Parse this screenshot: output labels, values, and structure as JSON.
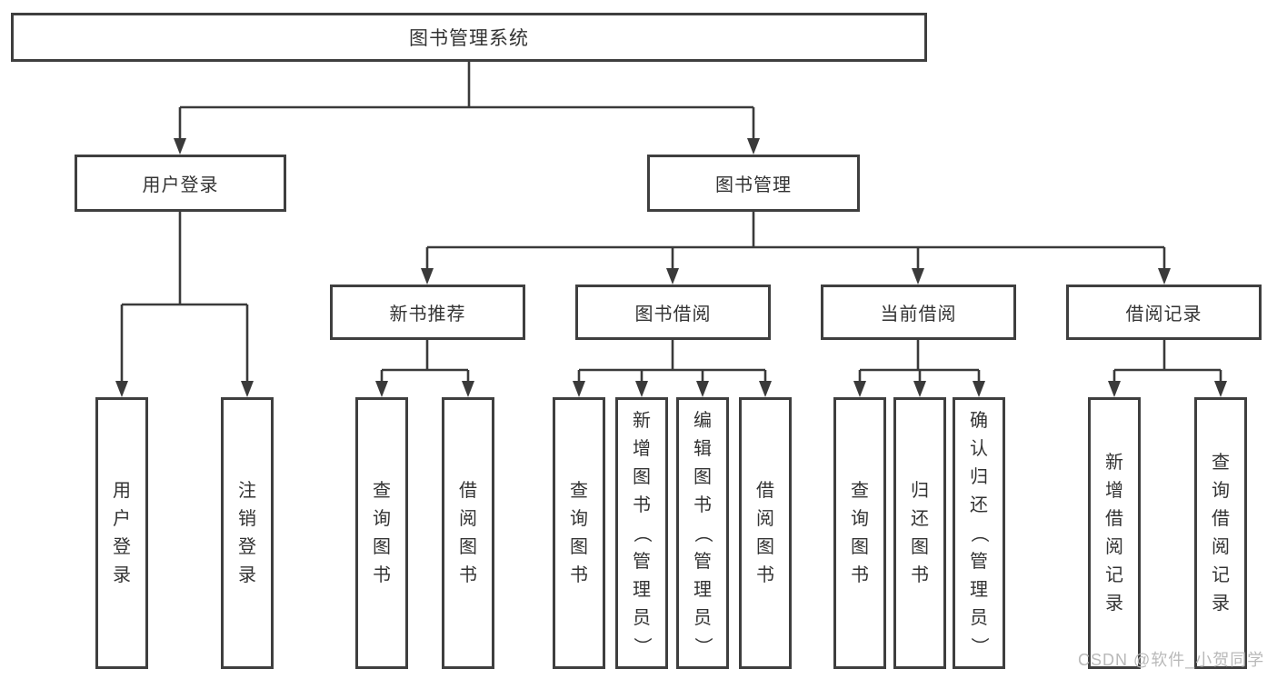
{
  "colors": {
    "line": "#3a3a3a",
    "box_border": "#3f3f3f",
    "text": "#333333",
    "watermark": "#b9b9b9",
    "background": "#ffffff"
  },
  "diagram": {
    "root": {
      "label": "图书管理系统"
    },
    "branches": [
      {
        "label": "用户登录",
        "children": [
          {
            "label": "用户登录"
          },
          {
            "label": "注销登录"
          }
        ]
      },
      {
        "label": "图书管理",
        "children": [
          {
            "label": "新书推荐",
            "children": [
              {
                "label": "查询图书"
              },
              {
                "label": "借阅图书"
              }
            ]
          },
          {
            "label": "图书借阅",
            "children": [
              {
                "label": "查询图书"
              },
              {
                "label": "新增图书（管理员）"
              },
              {
                "label": "编辑图书（管理员）"
              },
              {
                "label": "借阅图书"
              }
            ]
          },
          {
            "label": "当前借阅",
            "children": [
              {
                "label": "查询图书"
              },
              {
                "label": "归还图书"
              },
              {
                "label": "确认归还（管理员）"
              }
            ]
          },
          {
            "label": "借阅记录",
            "children": [
              {
                "label": "新增借阅记录"
              },
              {
                "label": "查询借阅记录"
              }
            ]
          }
        ]
      }
    ]
  },
  "watermark": {
    "text": "CSDN @软件_小贺同学"
  }
}
